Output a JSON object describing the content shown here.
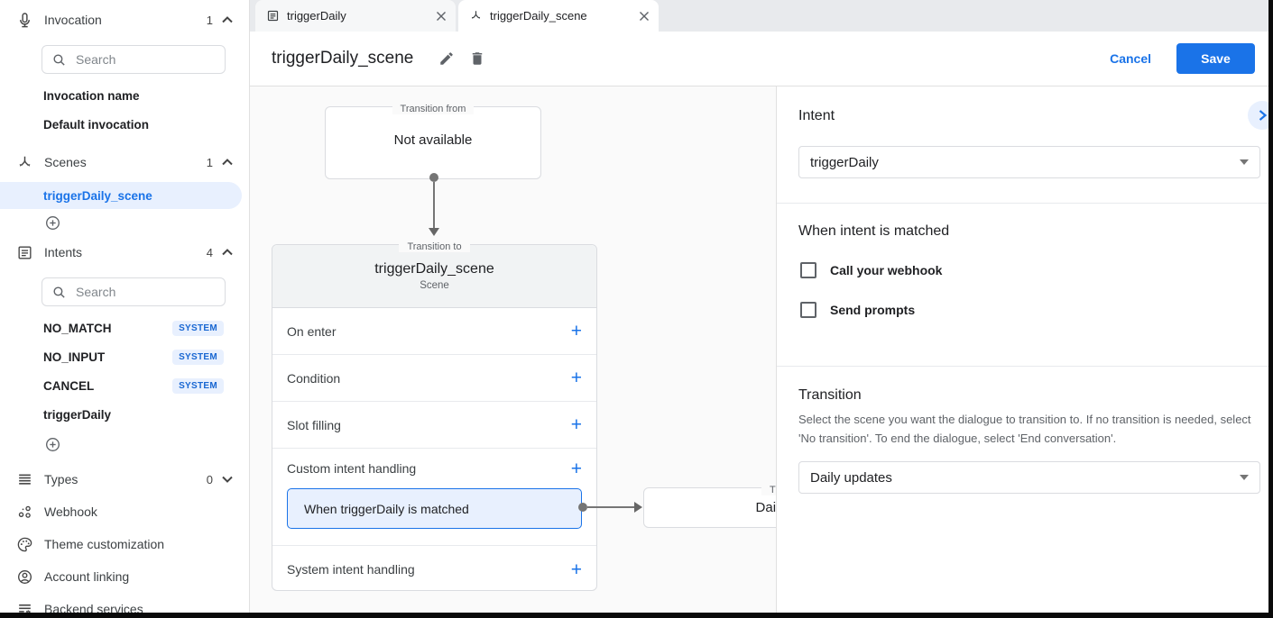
{
  "colors": {
    "accent": "#1a73e8",
    "accent_light": "#e8f0fe",
    "badge_text": "#1967d2",
    "tabbar_bg": "#e8eaed",
    "canvas_bg": "#fafafa",
    "card_header_bg": "#f1f3f4",
    "border": "#dadce0",
    "text": "#202124",
    "text_secondary": "#5f6368"
  },
  "sidebar": {
    "invocation": {
      "label": "Invocation",
      "count": "1",
      "search_placeholder": "Search",
      "items": [
        {
          "label": "Invocation name"
        },
        {
          "label": "Default invocation"
        }
      ]
    },
    "scenes": {
      "label": "Scenes",
      "count": "1",
      "items": [
        {
          "label": "triggerDaily_scene"
        }
      ]
    },
    "intents": {
      "label": "Intents",
      "count": "4",
      "search_placeholder": "Search",
      "items": [
        {
          "label": "NO_MATCH",
          "badge": "SYSTEM"
        },
        {
          "label": "NO_INPUT",
          "badge": "SYSTEM"
        },
        {
          "label": "CANCEL",
          "badge": "SYSTEM"
        },
        {
          "label": "triggerDaily",
          "badge": ""
        }
      ]
    },
    "types": {
      "label": "Types",
      "count": "0"
    },
    "links": [
      {
        "label": "Webhook"
      },
      {
        "label": "Theme customization"
      },
      {
        "label": "Account linking"
      },
      {
        "label": "Backend services"
      }
    ]
  },
  "tabs": [
    {
      "label": "triggerDaily"
    },
    {
      "label": "triggerDaily_scene"
    }
  ],
  "header": {
    "title": "triggerDaily_scene",
    "cancel_label": "Cancel",
    "save_label": "Save"
  },
  "canvas": {
    "transition_from": {
      "legend": "Transition from",
      "value": "Not available"
    },
    "scene_card": {
      "legend": "Transition to",
      "title": "triggerDaily_scene",
      "subtitle": "Scene",
      "rows": [
        {
          "label": "On enter"
        },
        {
          "label": "Condition"
        },
        {
          "label": "Slot filling"
        },
        {
          "label": "Custom intent handling"
        },
        {
          "label": "System intent handling"
        }
      ],
      "highlighted_row": "When triggerDaily is matched",
      "plus": "+"
    },
    "target_card": {
      "legend": "Transition to",
      "value": "Daily updates"
    }
  },
  "panel": {
    "intent": {
      "heading": "Intent",
      "value": "triggerDaily"
    },
    "matched": {
      "heading": "When intent is matched",
      "checkboxes": [
        {
          "label": "Call your webhook"
        },
        {
          "label": "Send prompts"
        }
      ]
    },
    "transition": {
      "heading": "Transition",
      "description": "Select the scene you want the dialogue to transition to. If no transition is needed, select 'No transition'. To end the dialogue, select 'End conversation'.",
      "value": "Daily updates"
    }
  }
}
